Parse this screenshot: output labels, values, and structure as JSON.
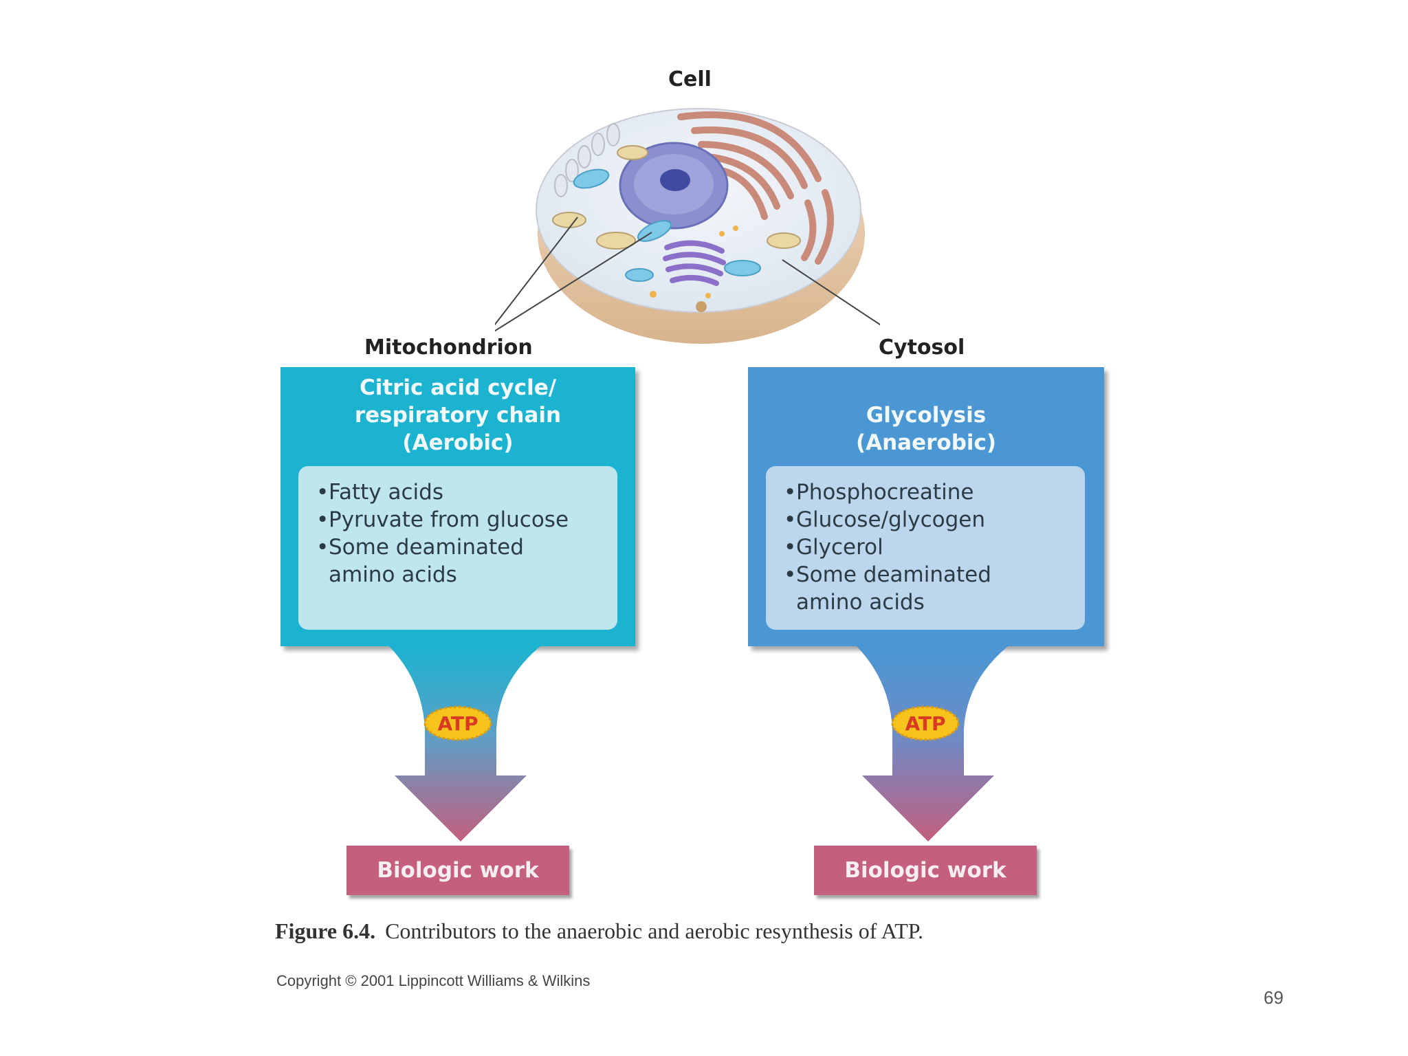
{
  "labels": {
    "cell": "Cell",
    "mitochondrion": "Mitochondrion",
    "cytosol": "Cytosol"
  },
  "aerobic": {
    "title_lines": [
      "Citric acid cycle/",
      "respiratory chain",
      "(Aerobic)"
    ],
    "items": [
      "Fatty acids",
      "Pyruvate from glucose",
      "Some deaminated amino acids"
    ],
    "atp": "ATP",
    "work": "Biologic work"
  },
  "anaerobic": {
    "title_lines": [
      "Glycolysis",
      "(Anaerobic)"
    ],
    "items": [
      "Phosphocreatine",
      "Glucose/glycogen",
      "Glycerol",
      "Some deaminated amino acids"
    ],
    "atp": "ATP",
    "work": "Biologic work"
  },
  "caption": {
    "prefix": "Figure 6.4.",
    "text": "Contributors to the anaerobic and aerobic resynthesis of ATP."
  },
  "copyright": "Copyright © 2001 Lippincott Williams & Wilkins",
  "page_number": "69",
  "colors": {
    "aerobic_box": "#1bb3cf",
    "anaerobic_box": "#4a97d3",
    "work_box": "#c45f7e",
    "atp_badge": "#f6c21c"
  }
}
